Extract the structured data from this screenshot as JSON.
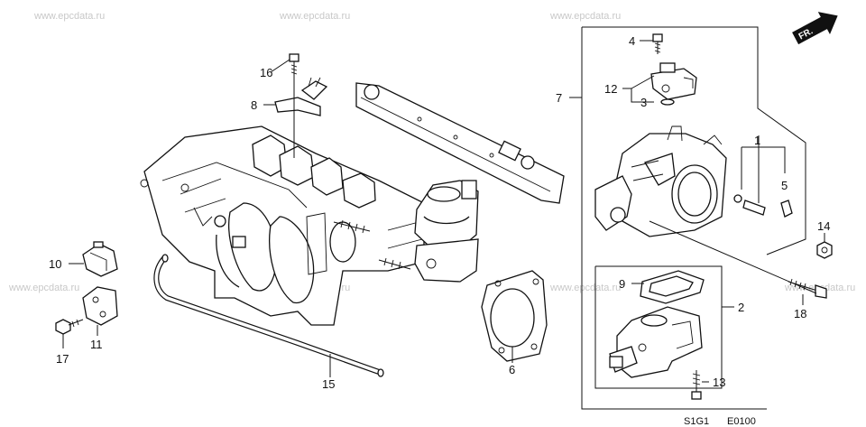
{
  "watermark": "www.epcdata.ru",
  "direction": {
    "label": "FR."
  },
  "diagram_code": {
    "left": "S1G1",
    "right": "E0100"
  },
  "callouts": {
    "c1": "1",
    "c2": "2",
    "c3": "3",
    "c4": "4",
    "c5": "5",
    "c6": "6",
    "c7": "7",
    "c8": "8",
    "c9": "9",
    "c10": "10",
    "c11": "11",
    "c12": "12",
    "c13": "13",
    "c14": "14",
    "c15": "15",
    "c16": "16",
    "c17": "17",
    "c18": "18"
  }
}
